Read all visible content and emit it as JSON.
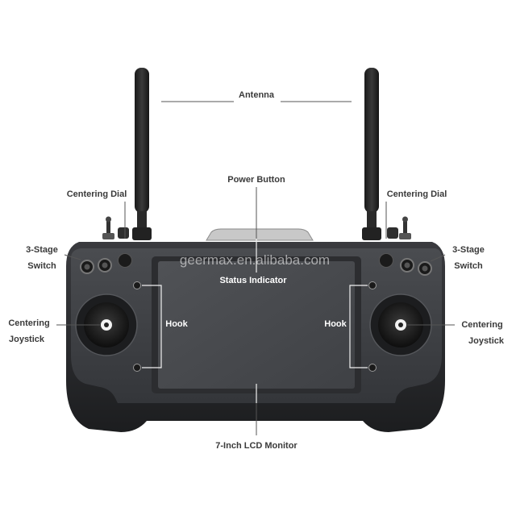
{
  "labels": {
    "antenna": "Antenna",
    "power_button": "Power Button",
    "centering_dial_left": "Centering Dial",
    "centering_dial_right": "Centering Dial",
    "three_stage_switch_left": [
      "3-Stage",
      "Switch"
    ],
    "three_stage_switch_right": [
      "3-Stage",
      "Switch"
    ],
    "status_indicator": "Status Indicator",
    "hook_left": "Hook",
    "hook_right": "Hook",
    "centering_joystick_left": [
      "Centering",
      "Joystick"
    ],
    "centering_joystick_right": [
      "Centering",
      "Joystick"
    ],
    "lcd_monitor": "7-Inch LCD Monitor"
  },
  "watermark": "geermax.en.alibaba.com",
  "colors": {
    "body": "#2a2b2e",
    "face_plate": "#3e4044",
    "screen": "#4b4d51",
    "label_text": "#3a3a3a",
    "leader_line": "#555555"
  }
}
